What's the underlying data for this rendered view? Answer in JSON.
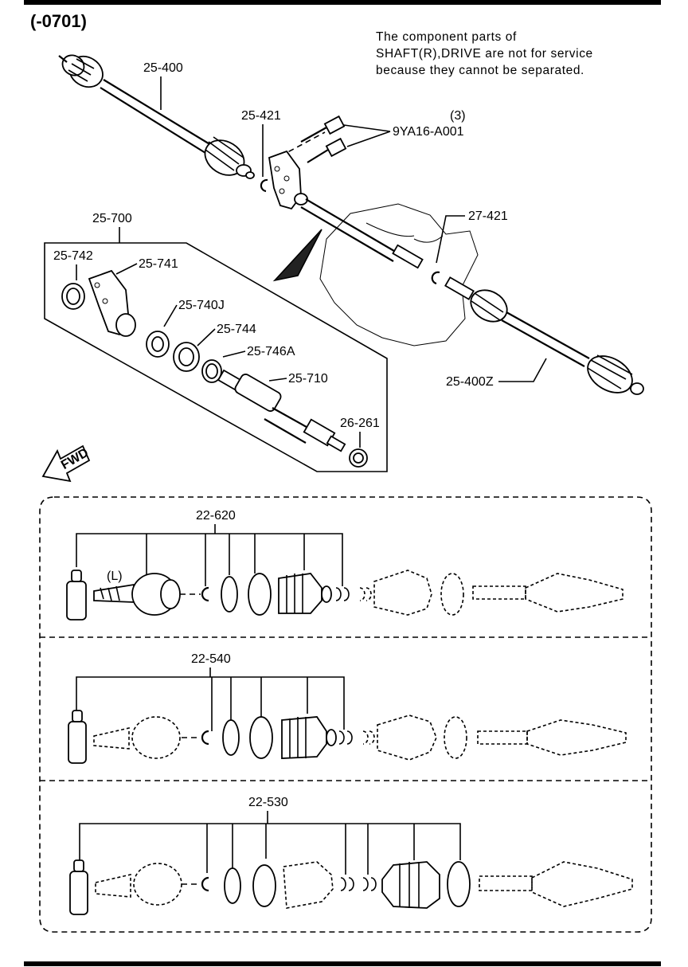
{
  "header": {
    "range": "(-0701)"
  },
  "note": {
    "line1": "The component parts of",
    "line2": "SHAFT(R),DRIVE are not for service",
    "line3": "because they cannot be separated."
  },
  "labels": {
    "p25400": "25-400",
    "p25421": "25-421",
    "bolt_qty": "(3)",
    "bolt": "9YA16-A001",
    "p25700": "25-700",
    "p25742": "25-742",
    "p25741": "25-741",
    "p25740J": "25-740J",
    "p25744": "25-744",
    "p25746A": "25-746A",
    "p25710": "25-710",
    "p26261": "26-261",
    "p27421": "27-421",
    "p25400Z": "25-400Z",
    "fwd": "FWD",
    "kit1": "22-620",
    "left": "(L)",
    "kit2": "22-540",
    "kit3": "22-530"
  }
}
